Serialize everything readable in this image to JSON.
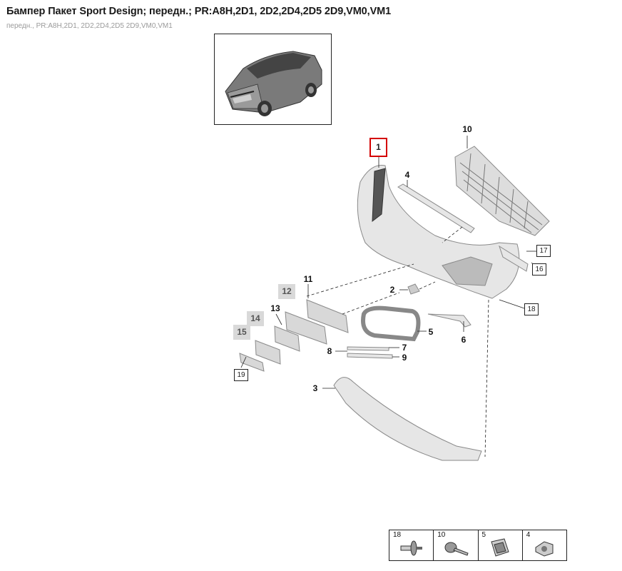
{
  "header": {
    "title": "Бампер Пакет Sport Design; передн.; PR:A8H,2D1, 2D2,2D4,2D5 2D9,VM0,VM1",
    "subtitle": "передн., PR:A8H,2D1, 2D2,2D4,2D5 2D9,VM0,VM1"
  },
  "callouts": {
    "n1": "1",
    "n2": "2",
    "n3": "3",
    "n4": "4",
    "n5": "5",
    "n6": "6",
    "n7": "7",
    "n8": "8",
    "n9": "9",
    "n10": "10",
    "n11": "11",
    "n12": "12",
    "n13": "13",
    "n14": "14",
    "n15": "15",
    "n16": "16",
    "n17": "17",
    "n18": "18",
    "n19": "19"
  },
  "fasteners": [
    {
      "label": "18",
      "icon": "push-rivet-icon"
    },
    {
      "label": "10",
      "icon": "screw-icon"
    },
    {
      "label": "5",
      "icon": "clip-nut-icon"
    },
    {
      "label": "4",
      "icon": "expanding-clip-icon"
    }
  ],
  "colors": {
    "selection": "#d40000",
    "shaded_callout": "#d9d9d9",
    "part_fill": "#e6e6e6",
    "part_stroke": "#8a8a8a"
  }
}
